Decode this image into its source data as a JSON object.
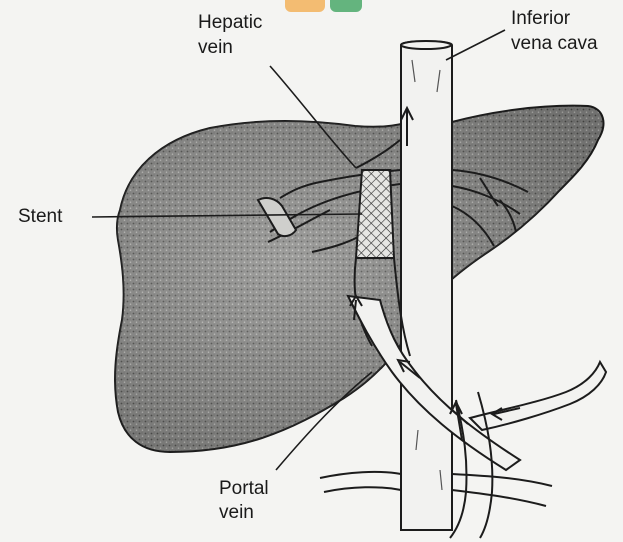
{
  "diagram": {
    "labels": {
      "hepatic_vein_line1": "Hepatic",
      "hepatic_vein_line2": "vein",
      "ivc_line1": "Inferior",
      "ivc_line2": "vena cava",
      "stent": "Stent",
      "portal_vein_line1": "Portal",
      "portal_vein_line2": "vein"
    },
    "colors": {
      "liver_fill": "#8a8a88",
      "liver_dark": "#5c5c5a",
      "outline": "#1c1c1c",
      "vessel_fill": "#f2f2f0",
      "background": "#f4f4f2",
      "watermark_orange": "#f2b25c",
      "watermark_green": "#4aa86a"
    }
  }
}
